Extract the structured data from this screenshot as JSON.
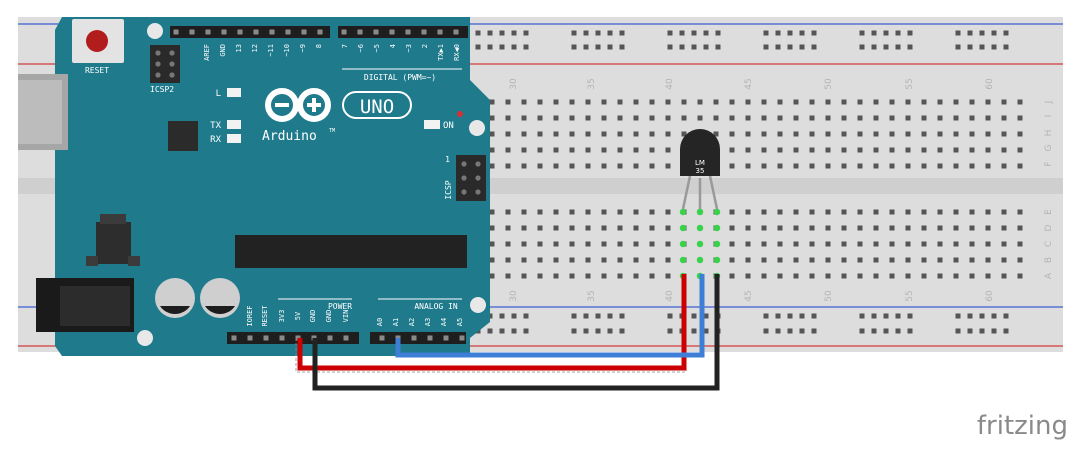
{
  "breadboard": {
    "column_labels": [
      "30",
      "35",
      "40",
      "45",
      "50",
      "55",
      "60"
    ],
    "row_labels_top": [
      "F",
      "G",
      "H",
      "I",
      "J"
    ],
    "row_labels_bottom": [
      "A",
      "B",
      "C",
      "D",
      "E"
    ]
  },
  "arduino": {
    "reset_label": "RESET",
    "icsp2_label": "ICSP2",
    "icsp_label": "ICSP",
    "icsp_pin1": "1",
    "brand_arduino": "Arduino",
    "brand_tm": "TM",
    "brand_uno": "UNO",
    "on_label": "ON",
    "led_l": "L",
    "led_tx": "TX",
    "led_rx": "RX",
    "digital_label": "DIGITAL (PWM=~)",
    "power_label": "POWER",
    "analog_label": "ANALOG IN",
    "digital_pins": [
      "AREF",
      "GND",
      "13",
      "12",
      "~11",
      "~10",
      "~9",
      "8",
      "7",
      "~6",
      "~5",
      "4",
      "~3",
      "2",
      "TX▶1",
      "RX◀0"
    ],
    "power_pins": [
      "IOREF",
      "RESET",
      "3V3",
      "5V",
      "GND",
      "GND",
      "VIN"
    ],
    "analog_pins": [
      "A0",
      "A1",
      "A2",
      "A3",
      "A4",
      "A5"
    ],
    "board_color": "#1f7a8c"
  },
  "sensor": {
    "line1": "LM",
    "line2": "35"
  },
  "wires": {
    "power_color": "#cc0000",
    "ground_color": "#222222",
    "signal_color": "#3d7fd6"
  },
  "branding": {
    "logo": "fritzing"
  }
}
